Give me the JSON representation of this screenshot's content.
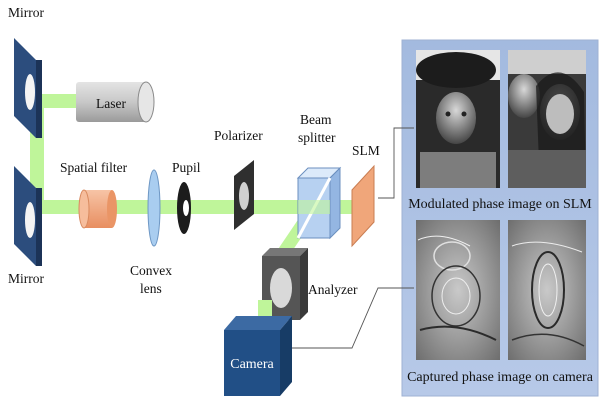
{
  "labels": {
    "mirror_top": "Mirror",
    "laser": "Laser",
    "spatial_filter": "Spatial filter",
    "pupil": "Pupil",
    "polarizer": "Polarizer",
    "beam_splitter_line1": "Beam",
    "beam_splitter_line2": "splitter",
    "slm": "SLM",
    "mirror_bottom": "Mirror",
    "convex_lens_line1": "Convex",
    "convex_lens_line2": "lens",
    "analyzer": "Analyzer",
    "camera": "Camera"
  },
  "captions": {
    "modulated": "Modulated phase image on SLM",
    "captured": "Captured phase image on camera"
  },
  "colors": {
    "beam": "#bff59a",
    "mirror": "#2c4d7d",
    "laser_body": "#c9c9c9",
    "filter": "#f2a57c",
    "lens": "#a9cdf0",
    "slm": "#f0a67a",
    "panel": "#a9bfe4",
    "camera": "#214f86"
  }
}
